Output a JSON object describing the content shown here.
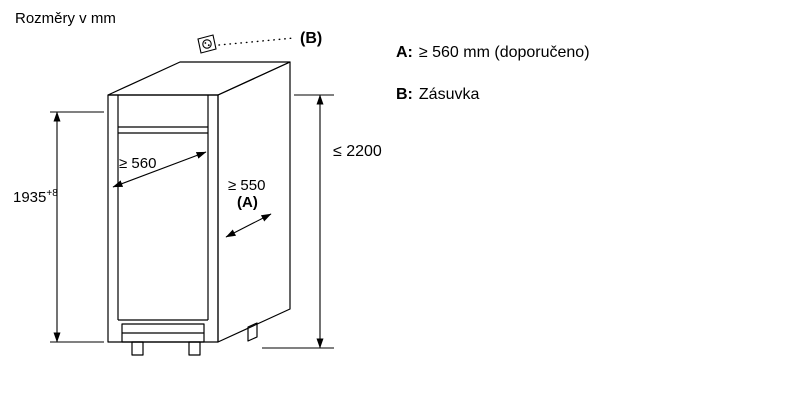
{
  "title": "Rozměry v mm",
  "labels": {
    "niche_height": "1935",
    "niche_height_sup": "+8",
    "niche_width": "≥ 560",
    "niche_depth": "≥ 550",
    "depth_ref": "(A)",
    "socket_ref": "(B)",
    "total_height": "≤ 2200"
  },
  "legend": {
    "a_key": "A:",
    "a_value": "≥ 560 mm (doporučeno)",
    "b_key": "B:",
    "b_value": "Zásuvka"
  },
  "colors": {
    "line": "#000000",
    "background": "#ffffff"
  }
}
